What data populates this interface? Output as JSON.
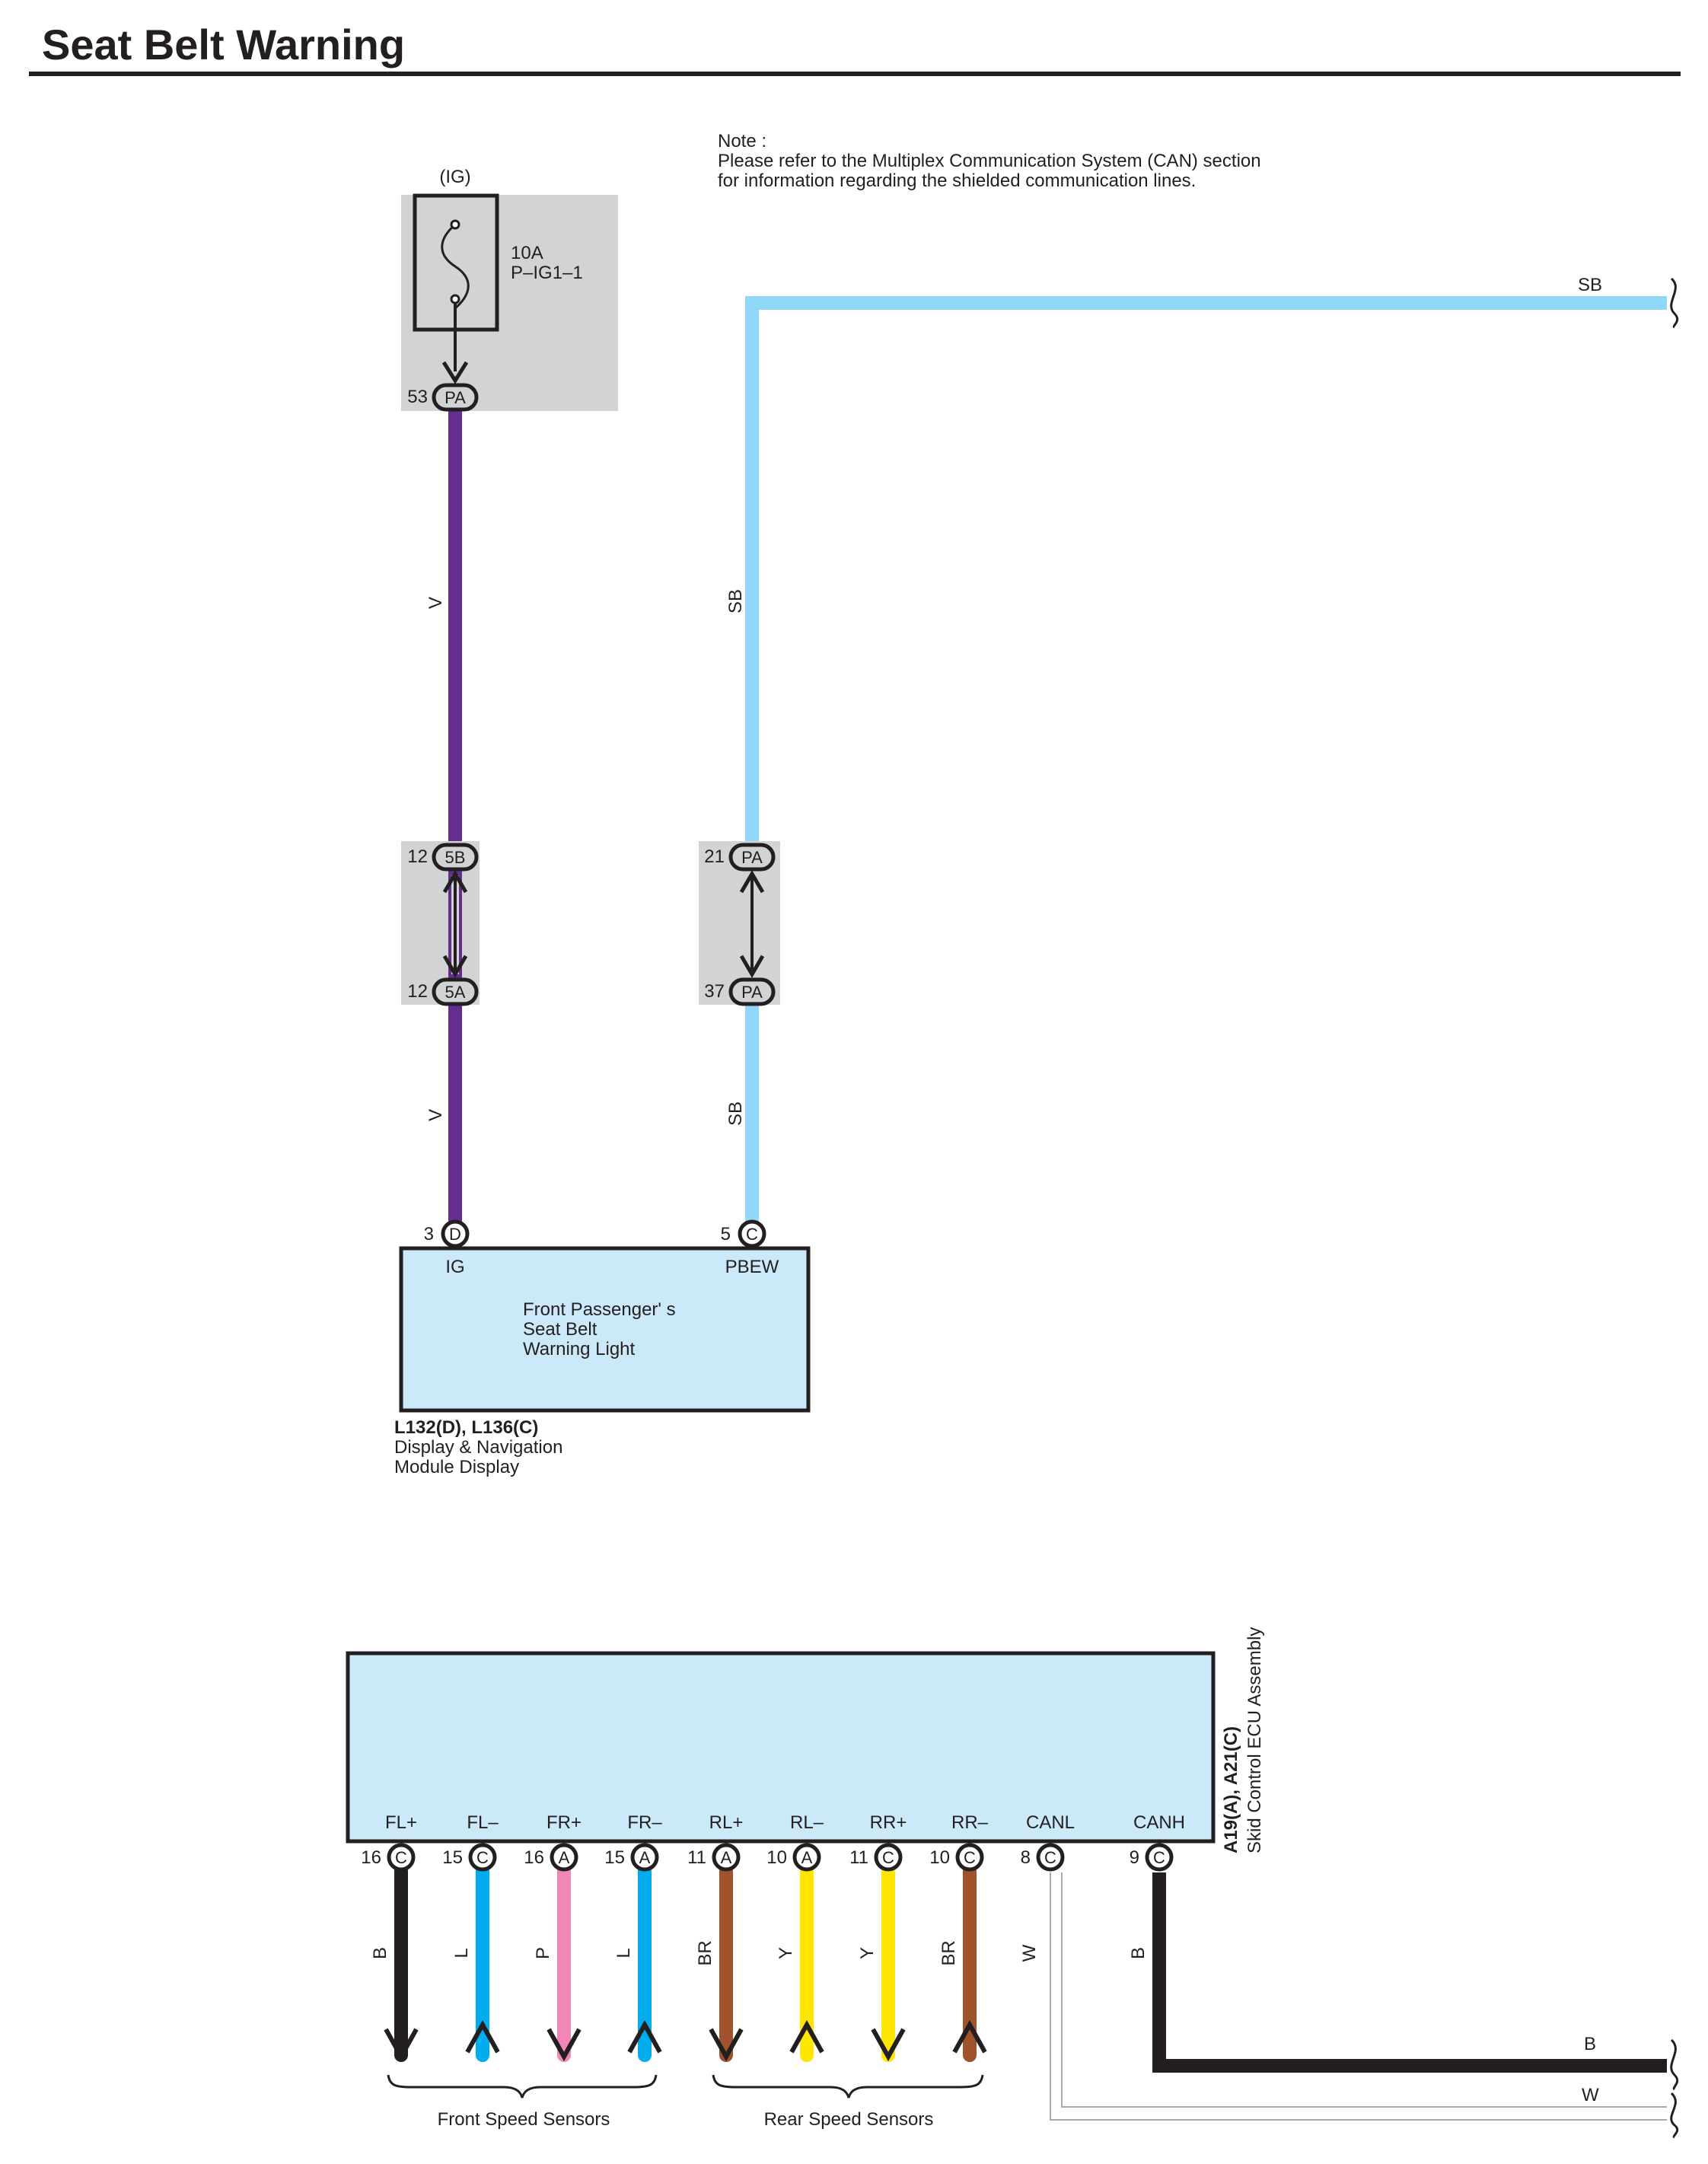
{
  "title": "Seat Belt Warning",
  "note": {
    "line1": "Note :",
    "line2": "Please refer to the Multiplex Communication System (CAN) section",
    "line3": "for information regarding the shielded communication lines."
  },
  "fuse": {
    "supply": "(IG)",
    "rating": "10A",
    "name": "P–IG1–1",
    "out_pin": "53",
    "out_conn": "PA"
  },
  "wires": {
    "v_upper": "V",
    "v_lower": "V",
    "sb_upper": "SB",
    "sb_lower": "SB",
    "sb_right": "SB"
  },
  "junctions": {
    "left_top_pin": "12",
    "left_top_conn": "5B",
    "left_bottom_pin": "12",
    "left_bottom_conn": "5A",
    "right_top_pin": "21",
    "right_top_conn": "PA",
    "right_bottom_pin": "37",
    "right_bottom_conn": "PA"
  },
  "module": {
    "pin_ig_num": "3",
    "pin_ig_conn": "D",
    "pin_ig_label": "IG",
    "pin_pbew_num": "5",
    "pin_pbew_conn": "C",
    "pin_pbew_label": "PBEW",
    "inner1": "Front Passenger' s",
    "inner2": "Seat Belt",
    "inner3": "Warning Light",
    "code": "L132(D), L136(C)",
    "name1": "Display & Navigation",
    "name2": "Module Display"
  },
  "ecu": {
    "code": "A19(A), A21(C)",
    "name": "Skid Control ECU Assembly",
    "pins": [
      {
        "label": "FL+",
        "num": "16",
        "conn": "C",
        "wire": "B",
        "color": "#231f20",
        "dir": "out"
      },
      {
        "label": "FL–",
        "num": "15",
        "conn": "C",
        "wire": "L",
        "color": "#00aeef",
        "dir": "in"
      },
      {
        "label": "FR+",
        "num": "16",
        "conn": "A",
        "wire": "P",
        "color": "#f287b7",
        "dir": "out"
      },
      {
        "label": "FR–",
        "num": "15",
        "conn": "A",
        "wire": "L",
        "color": "#00aeef",
        "dir": "in"
      },
      {
        "label": "RL+",
        "num": "11",
        "conn": "A",
        "wire": "BR",
        "color": "#a0522d",
        "dir": "out"
      },
      {
        "label": "RL–",
        "num": "10",
        "conn": "A",
        "wire": "Y",
        "color": "#ffe600",
        "dir": "in"
      },
      {
        "label": "RR+",
        "num": "11",
        "conn": "C",
        "wire": "Y",
        "color": "#ffe600",
        "dir": "out"
      },
      {
        "label": "RR–",
        "num": "10",
        "conn": "C",
        "wire": "BR",
        "color": "#a0522d",
        "dir": "in"
      },
      {
        "label": "CANL",
        "num": "8",
        "conn": "C",
        "wire": "W",
        "color": "#a7a9ac",
        "dir": "can"
      },
      {
        "label": "CANH",
        "num": "9",
        "conn": "C",
        "wire": "B",
        "color": "#231f20",
        "dir": "can"
      }
    ],
    "right_b": "B",
    "right_w": "W"
  },
  "groups": {
    "front": "Front Speed Sensors",
    "rear": "Rear Speed Sensors"
  },
  "colors": {
    "violet": "#662d91",
    "skyblue": "#8fd8f8",
    "box_fill": "#cce9f9",
    "gray_fill": "#d1d3d4"
  }
}
